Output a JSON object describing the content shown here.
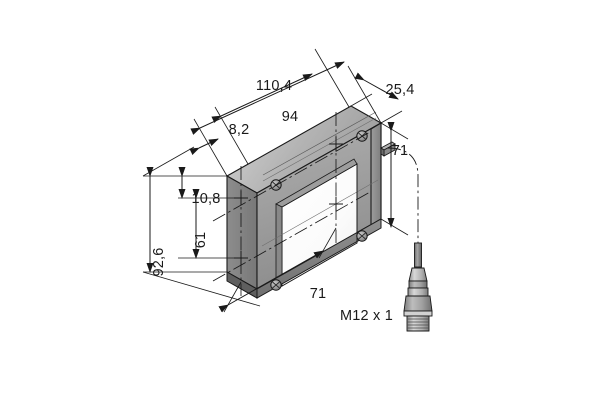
{
  "drawing": {
    "type": "technical-dimension-drawing",
    "projection": "isometric",
    "background_color": "#ffffff",
    "line_color": "#1a1a1a",
    "units": "mm",
    "decimal_separator": ",",
    "title": ""
  },
  "dimensions": {
    "overall_length": "110,4",
    "window_length": "94",
    "edge_offset": "8,2",
    "depth": "25,4",
    "connector_height": "71",
    "hole_top_offset": "10,8",
    "hole_spacing_vertical": "61",
    "overall_height": "92,6",
    "hole_spacing_horizontal": "71"
  },
  "labels": {
    "connector_thread": "M12 x 1"
  },
  "colors": {
    "face_light": "#e9e9e9",
    "face_mid": "#b8b8b8",
    "face_dark": "#8f8f8f",
    "face_darker": "#6f6f6f",
    "window": "#fbfbfb",
    "outline": "#1a1a1a",
    "screw": "#9a9a9a",
    "connector_body": "#a8a8a8",
    "connector_dark": "#7a7a7a"
  },
  "parts": {
    "housing": "rectangular-sensor-housing",
    "window": "recessed-window-panel",
    "screws": [
      "screw-top-left",
      "screw-top-right",
      "screw-bottom-left",
      "screw-bottom-right"
    ],
    "side_stub": "cable-gland-stub",
    "connector": "m12-male-connector"
  }
}
